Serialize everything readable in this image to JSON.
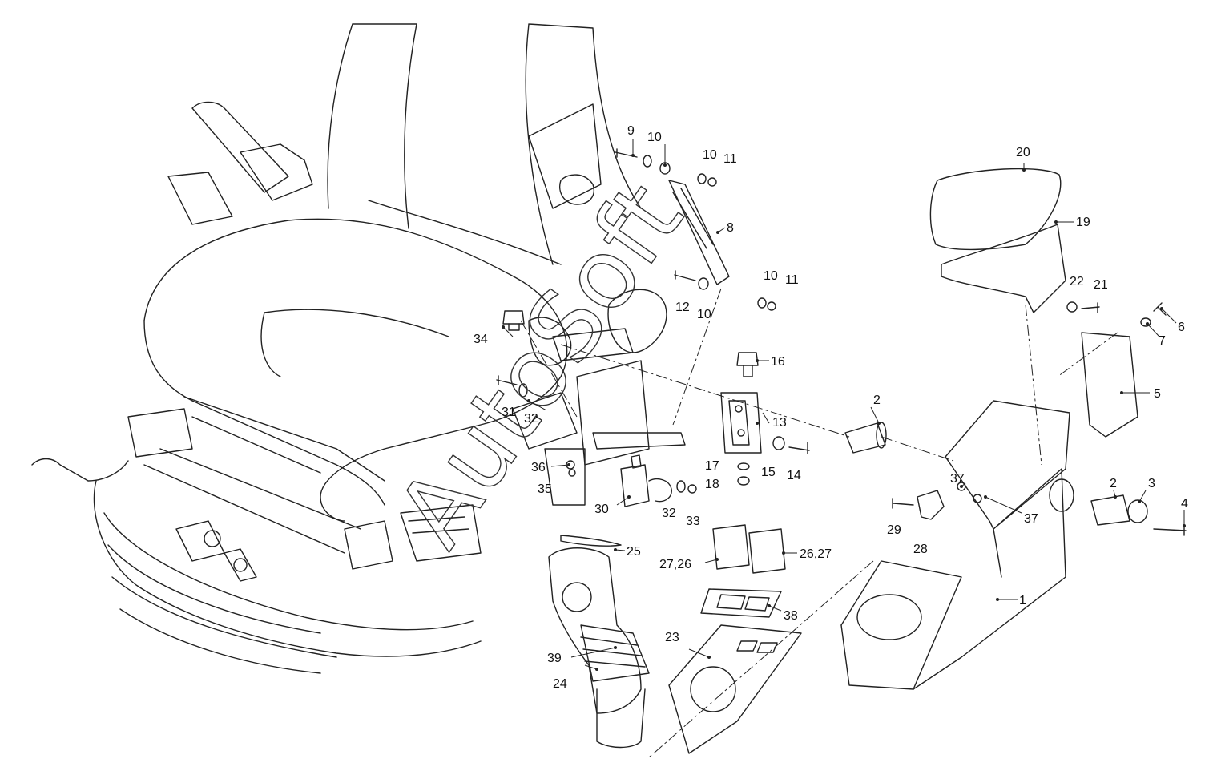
{
  "watermark": "AutoSoft",
  "labels": {
    "l1": "1",
    "l2a": "2",
    "l2b": "2",
    "l3": "3",
    "l4": "4",
    "l5": "5",
    "l6": "6",
    "l7": "7",
    "l8": "8",
    "l9": "9",
    "l10a": "10",
    "l10b": "10",
    "l10c": "10",
    "l10d": "10",
    "l11a": "11",
    "l11b": "11",
    "l12": "12",
    "l13": "13",
    "l14": "14",
    "l15": "15",
    "l16": "16",
    "l17": "17",
    "l18": "18",
    "l19": "19",
    "l20": "20",
    "l21": "21",
    "l22": "22",
    "l23": "23",
    "l24": "24",
    "l25": "25",
    "l2627": "26,27",
    "l2726": "27,26",
    "l28": "28",
    "l29": "29",
    "l30": "30",
    "l31": "31",
    "l32a": "32",
    "l32b": "32",
    "l33": "33",
    "l34": "34",
    "l35": "35",
    "l36": "36",
    "l37a": "37",
    "l37b": "37",
    "l38": "38",
    "l39": "39"
  }
}
